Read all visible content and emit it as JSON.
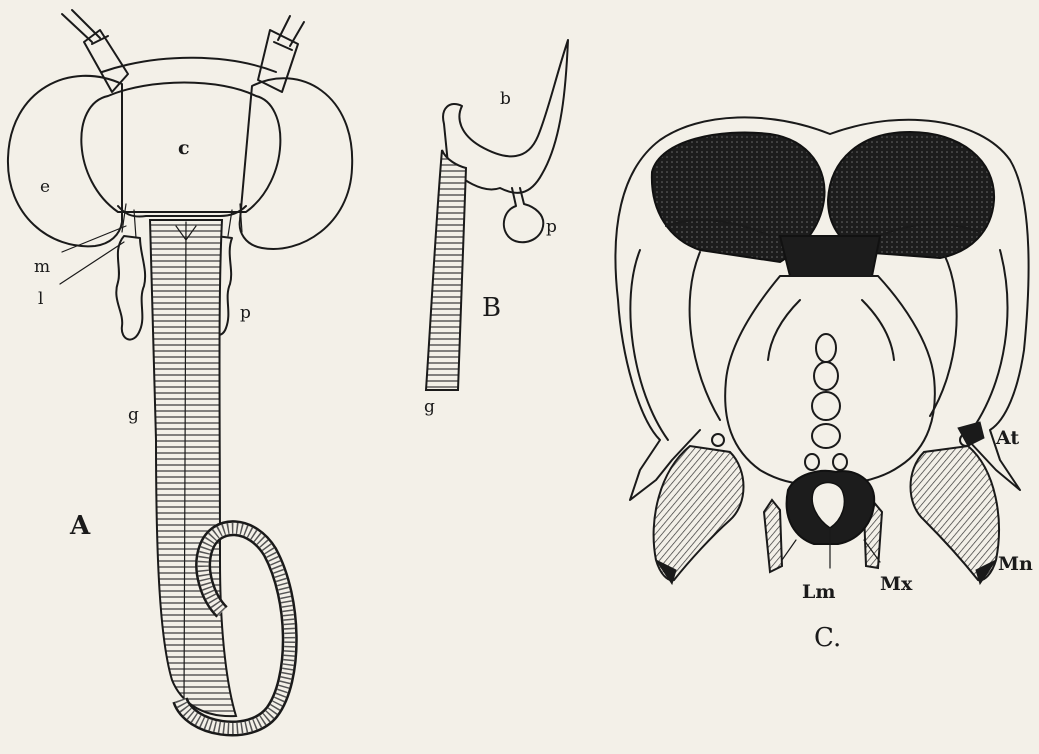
{
  "figure_A": {
    "panel_label": "A",
    "labels": {
      "c": "c",
      "e": "e",
      "m": "m",
      "l": "l",
      "p": "p",
      "g": "g"
    }
  },
  "figure_B": {
    "panel_label": "B",
    "labels": {
      "b": "b",
      "p": "p",
      "g": "g"
    }
  },
  "figure_C": {
    "panel_label": "C.",
    "labels": {
      "At": "At",
      "Mn": "Mn",
      "Mx": "Mx",
      "Lm": "Lm"
    }
  },
  "colors": {
    "ink": "#1a1a1a",
    "paper": "#f3f0e8"
  }
}
